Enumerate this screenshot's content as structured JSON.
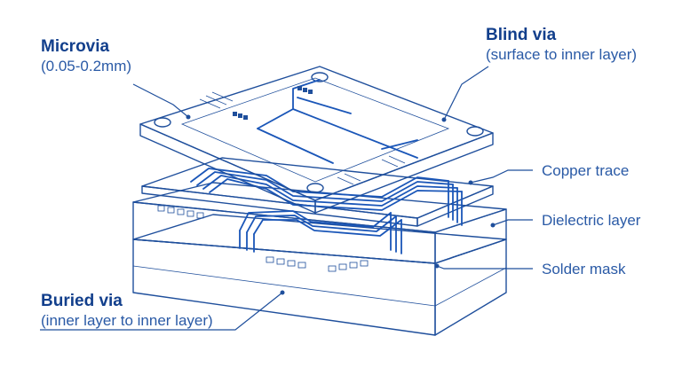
{
  "labels": {
    "microvia": {
      "title": "Microvia",
      "detail": "(0.05-0.2mm)"
    },
    "blind_via": {
      "title": "Blind via",
      "detail": "(surface to inner layer)"
    },
    "copper_trace": {
      "title": "Copper trace"
    },
    "dielectric_layer": {
      "title": "Dielectric layer"
    },
    "solder_mask": {
      "title": "Solder mask"
    },
    "buried_via": {
      "title": "Buried via",
      "detail": "(inner layer to inner layer)"
    }
  },
  "colors": {
    "line": "#1f4f9c",
    "trace": "#1a56b8",
    "board_light": "#eef3fb",
    "board_side": "#d7e2f3",
    "dielectric_fill": "#dfe8f5"
  }
}
